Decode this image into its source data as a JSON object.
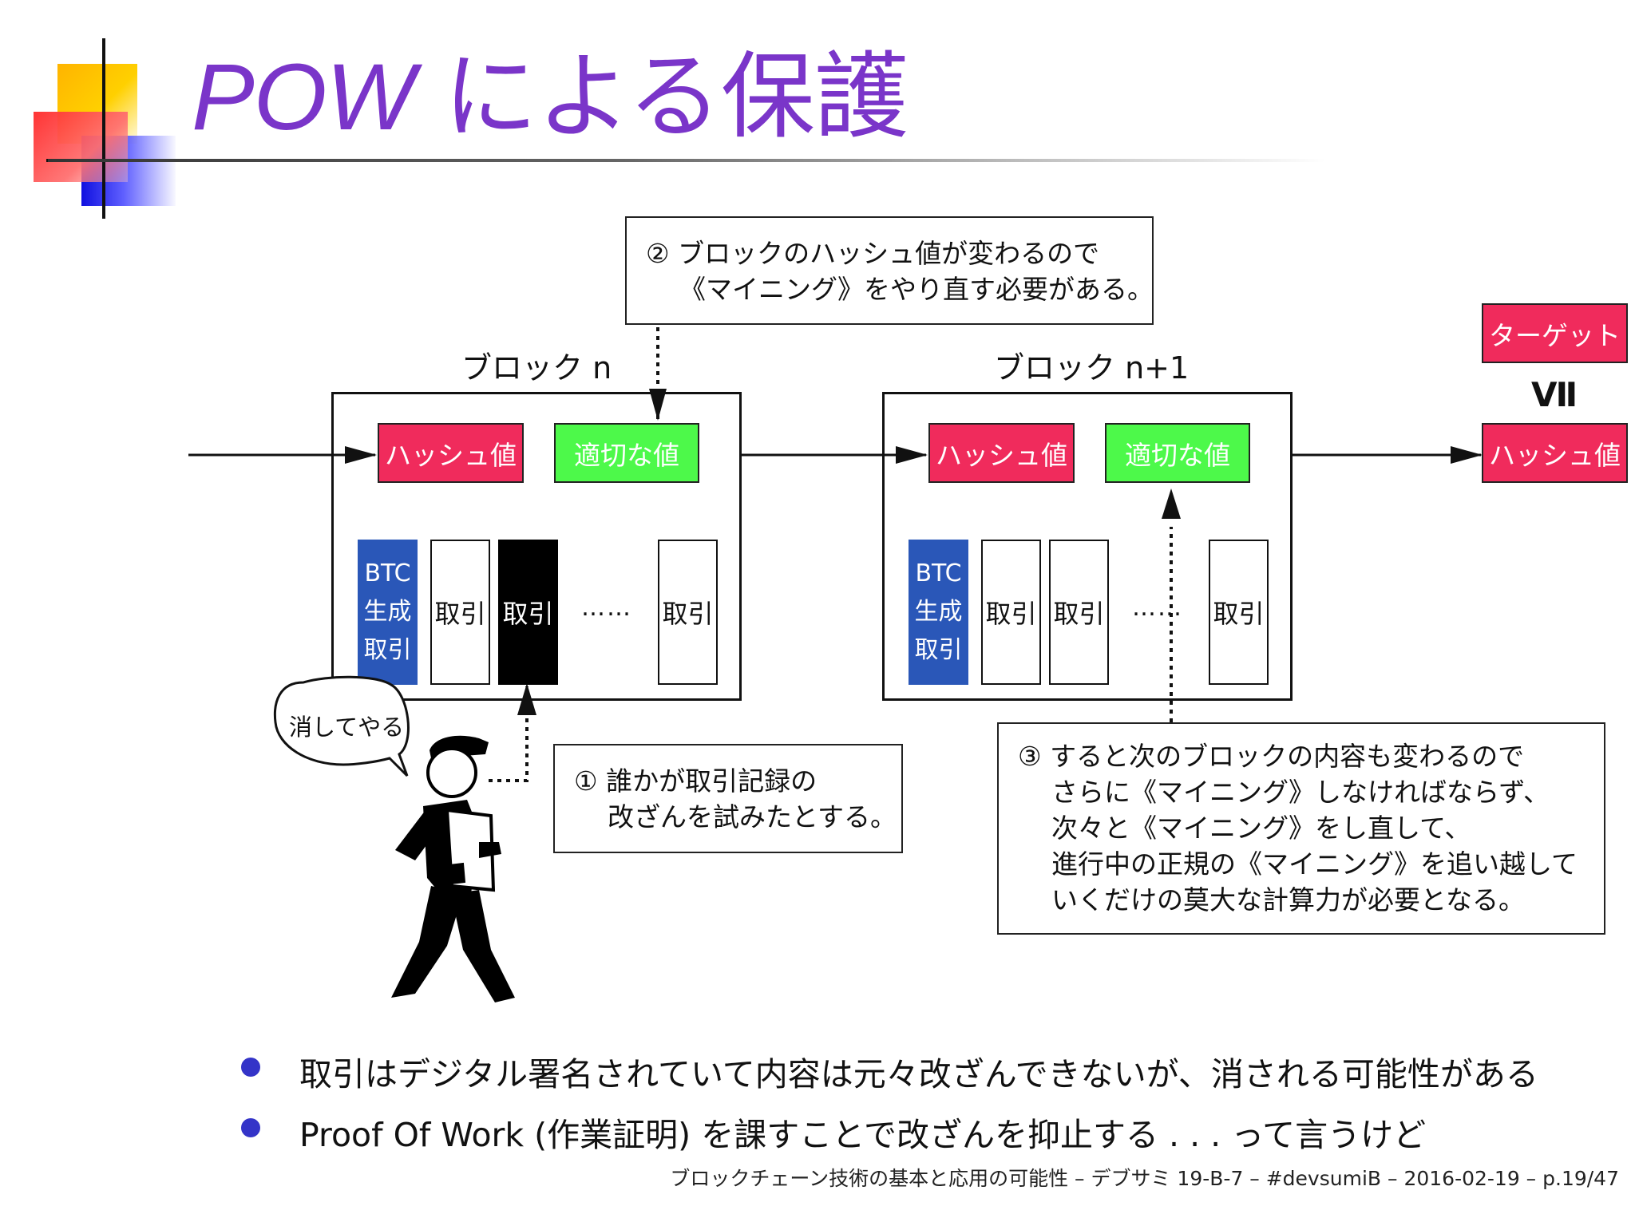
{
  "slide": {
    "title_latin": "POW",
    "title_rest": " による保護",
    "colors": {
      "title": "#7a35c9",
      "hash": "#f02b5c",
      "nonce": "#4df94a",
      "coinbase": "#2a57b8",
      "bullet": "#3434c8"
    }
  },
  "diagram": {
    "block_n_label": "ブロック n",
    "block_n1_label": "ブロック n+1",
    "hash_label": "ハッシュ値",
    "nonce_label": "適切な値",
    "coinbase_lines": [
      "BTC",
      "生成",
      "取引"
    ],
    "tx_label": "取引",
    "ellipsis": "……",
    "target_label": "ターゲット",
    "comparison_symbol": "Ⅶ",
    "speech_bubble": "消してやる",
    "icons": {
      "person": "walking-person-icon",
      "speech": "speech-bubble-icon"
    },
    "notes": {
      "note2": [
        "② ブロックのハッシュ値が変わるので",
        "《マイニング》をやり直す必要がある。"
      ],
      "note1": [
        "① 誰かが取引記録の",
        "改ざんを試みたとする。"
      ],
      "note3": [
        "③ すると次のブロックの内容も変わるので",
        "さらに《マイニング》しなければならず、",
        "次々と《マイニング》をし直して、",
        "進行中の正規の《マイニング》を追い越して",
        "いくだけの莫大な計算力が必要となる。"
      ]
    }
  },
  "bullets": [
    "取引はデジタル署名されていて内容は元々改ざんできないが、消される可能性がある",
    "Proof Of Work (作業証明) を課すことで改ざんを抑止する . . . って言うけど"
  ],
  "footer": "ブロックチェーン技術の基本と応用の可能性 – デブサミ 19-B-7 – #devsumiB – 2016-02-19 – p.19/47"
}
